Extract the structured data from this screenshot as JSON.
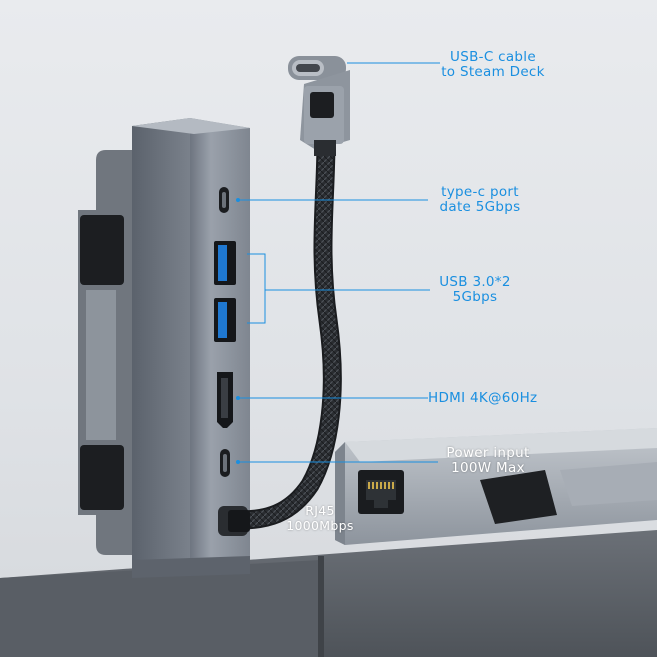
{
  "colors": {
    "callout": "#1a8fe0",
    "hub_body": "#8c949f",
    "usb_blue": "#1f78d1",
    "table": "#5c6168",
    "background": "#e4e7ea"
  },
  "callouts": {
    "usb_c_cable": {
      "line1": "USB-C cable",
      "line2": "to Steam Deck"
    },
    "type_c_port": {
      "line1": "type-c port",
      "line2": "date 5Gbps"
    },
    "usb3": {
      "line1": "USB 3.0*2",
      "line2": "5Gbps"
    },
    "hdmi": {
      "line1": "HDMI 4K@60Hz"
    },
    "power": {
      "line1": "Power input",
      "line2": "100W Max"
    },
    "rj45": {
      "line1": "RJ45",
      "line2": "1000Mbps"
    }
  }
}
